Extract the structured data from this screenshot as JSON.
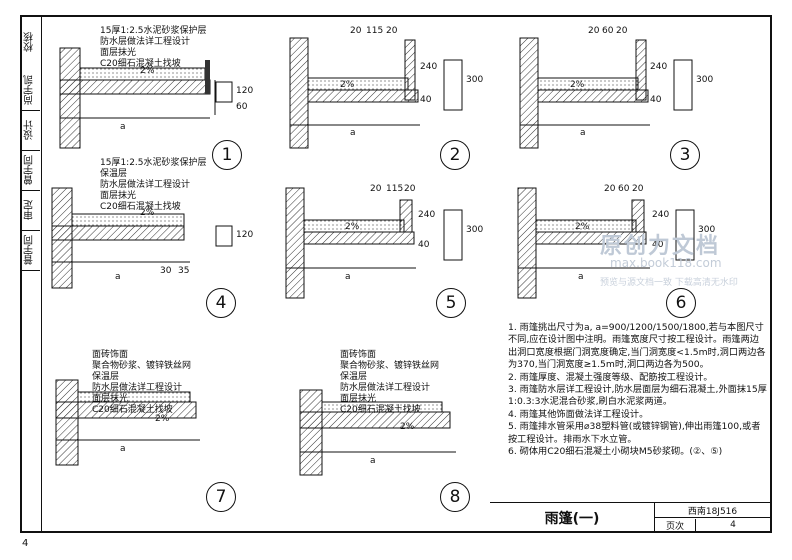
{
  "sidebar": {
    "cells": [
      "校核",
      "尚宇凯",
      "设计",
      "曾宇同",
      "审定",
      "普宇同"
    ]
  },
  "details": [
    {
      "number": "1",
      "labels": [
        "15厚1:2.5水泥砂浆保护层",
        "防水层做法详工程设计",
        "面层抹光",
        "C20细石混凝土找坡"
      ],
      "slope": "2%",
      "dims": [
        "120",
        "60"
      ],
      "span": "a"
    },
    {
      "number": "2",
      "top_dims": [
        "20",
        "115",
        "20"
      ],
      "slope": "2%",
      "dims": [
        "240",
        "40",
        "300"
      ],
      "span": "a"
    },
    {
      "number": "3",
      "top_dims": [
        "20",
        "60",
        "20"
      ],
      "slope": "2%",
      "dims": [
        "240",
        "40",
        "300"
      ],
      "span": "a"
    },
    {
      "number": "4",
      "labels": [
        "15厚1:2.5水泥砂浆保护层",
        "保温层",
        "防水层做法详工程设计",
        "面层抹光",
        "C20细石混凝土找坡"
      ],
      "slope": "2%",
      "dims": [
        "120",
        "30",
        "35"
      ],
      "span": "a"
    },
    {
      "number": "5",
      "top_dims": [
        "20",
        "115",
        "20"
      ],
      "slope": "2%",
      "dims": [
        "240",
        "40",
        "300"
      ],
      "span": "a"
    },
    {
      "number": "6",
      "top_dims": [
        "20",
        "60",
        "20"
      ],
      "slope": "2%",
      "dims": [
        "240",
        "40",
        "300"
      ],
      "span": "a"
    },
    {
      "number": "7",
      "labels": [
        "面砖饰面",
        "聚合物砂浆、镀锌铁丝网",
        "保温层",
        "防水层做法详工程设计",
        "面层抹光",
        "C20细石混凝土找坡"
      ],
      "slope": "2%",
      "span": "a"
    },
    {
      "number": "8",
      "labels": [
        "面砖饰面",
        "聚合物砂浆、镀锌铁丝网",
        "保温层",
        "防水层做法详工程设计",
        "面层抹光",
        "C20细石混凝土找坡"
      ],
      "slope": "2%",
      "span": "a"
    }
  ],
  "notes": [
    "1. 雨篷挑出尺寸为a, a=900/1200/1500/1800,若与本图尺寸不同,应在设计图中注明。雨篷宽度尺寸按工程设计。雨篷两边出洞口宽度根据门洞宽度确定,当门洞宽度<1.5m时,洞口两边各为370,当门洞宽度≥1.5m时,洞口两边各为500。",
    "2. 雨篷厚度、混凝土强度等级、配筋按工程设计。",
    "3. 雨篷防水层详工程设计,防水层面层为细石混凝土,外面抹15厚1:0.3:3水泥混合砂浆,刷白水泥浆两道。",
    "4. 雨篷其他饰面做法详工程设计。",
    "5. 雨篷排水管采用⌀38塑料管(或镀锌钢管),伸出雨篷100,或者按工程设计。排雨水下水立管。",
    "6. 砌体用C20细石混凝土小砌块M5砂浆砌。(②、⑤)"
  ],
  "title_block": {
    "title": "雨篷(一)",
    "code": "西南18J516",
    "page_label": "页次",
    "page_no": "4"
  },
  "page_number": "4",
  "watermark": {
    "line1": "原创力文档",
    "line2": "max.book118.com",
    "line3": "预览与源文档一致 下载高清无水印"
  }
}
